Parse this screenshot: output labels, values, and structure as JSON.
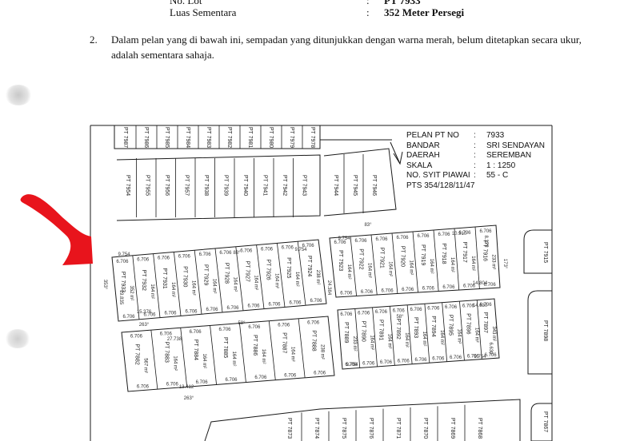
{
  "header": {
    "no_lot_label": "No. Lot",
    "no_lot_colon": ":",
    "no_lot_value": "PT 7933",
    "luas_label": "Luas Sementara",
    "luas_colon": ":",
    "luas_value": "352 Meter Persegi"
  },
  "paragraph2": {
    "number": "2.",
    "text": "Dalam pelan yang di bawah ini, sempadan yang ditunjukkan dengan warna merah, belum ditetapkan secara ukur, adalah sementara sahaja."
  },
  "plan_info": {
    "rows": [
      {
        "key": "PELAN PT NO",
        "value": "7933"
      },
      {
        "key": "BANDAR",
        "value": "SRI SENDAYAN"
      },
      {
        "key": "DAERAH",
        "value": "SEREMBAN"
      },
      {
        "key": "SKALA",
        "value": "1 : 1250"
      },
      {
        "key": "NO. SYIT PIAWAI",
        "value": "55 - C"
      }
    ],
    "reference": "PTS 354/128/11/47",
    "colon": ":"
  },
  "plan_labels": {
    "top_row": [
      "PT 7987",
      "PT 7986",
      "PT 7985",
      "PT 7984",
      "PT 7983",
      "PT 7982",
      "PT 7981",
      "PT 7980",
      "PT 7979",
      "PT 7978"
    ],
    "second_row": [
      "PT 7954",
      "PT 7955",
      "PT 7956",
      "PT 7957",
      "PT 7938",
      "PT 7939",
      "PT 7940",
      "PT 7941",
      "PT 7942",
      "PT 7943",
      "PT 7944",
      "PT 7945",
      "PT 7946"
    ],
    "block_a": [
      "PT 7933",
      "PT 7932",
      "PT 7931",
      "PT 7930",
      "PT 7929",
      "PT 7928",
      "PT 7927",
      "PT 7926",
      "PT 7925",
      "PT 7924"
    ],
    "block_b": [
      "PT 7923",
      "PT 7922",
      "PT 7921",
      "PT 7920",
      "PT 7919",
      "PT 7918",
      "PT 7917",
      "PT 7916"
    ],
    "block_c": [
      "PT 7882",
      "PT 7883",
      "PT 7884",
      "PT 7885",
      "PT 7886",
      "PT 7887",
      "PT 7888"
    ],
    "block_d": [
      "PT 7889",
      "PT 7890",
      "PT 7891",
      "PT 7892",
      "PT 7893",
      "PT 7894",
      "PT 7895",
      "PT 7896",
      "PT 7897"
    ],
    "right_side": [
      "PT 7915",
      "PT 7898",
      "PT 7867"
    ],
    "bottom_row": [
      "PT 7873",
      "PT 7874",
      "PT 7875",
      "PT 7876",
      "PT 7871",
      "PT 7870",
      "PT 7869",
      "PT 7868"
    ],
    "area_small": "164 m²",
    "area_7933": "352 m²",
    "area_7924": "238 m²",
    "area_7916": "233 m²",
    "area_7882": "567 m²",
    "area_7897": "343 m²",
    "area_7888": "238 m²",
    "area_7889": "233 m²",
    "dim_6706": "6.706",
    "dim_9754": "9.754",
    "dim_24384": "24.384",
    "dim_15376": "15.376",
    "dim_19835": "19.835",
    "dim_27738": "27.738",
    "dim_13412": "13.412",
    "dim_10910": "10.910",
    "dim_14804": "14.804",
    "dim_14630": "14.630",
    "dim_8375": "8.375",
    "dim_6630": "6.630",
    "bearing_b1": "263°",
    "bearing_b2": "353°",
    "bearing_b3": "83°",
    "bearing_b4": "173°",
    "bearing_b5": "58°"
  },
  "colors": {
    "ink": "#111111",
    "plan_line": "#1a1a1a",
    "red_arrow": "#e8141c"
  }
}
